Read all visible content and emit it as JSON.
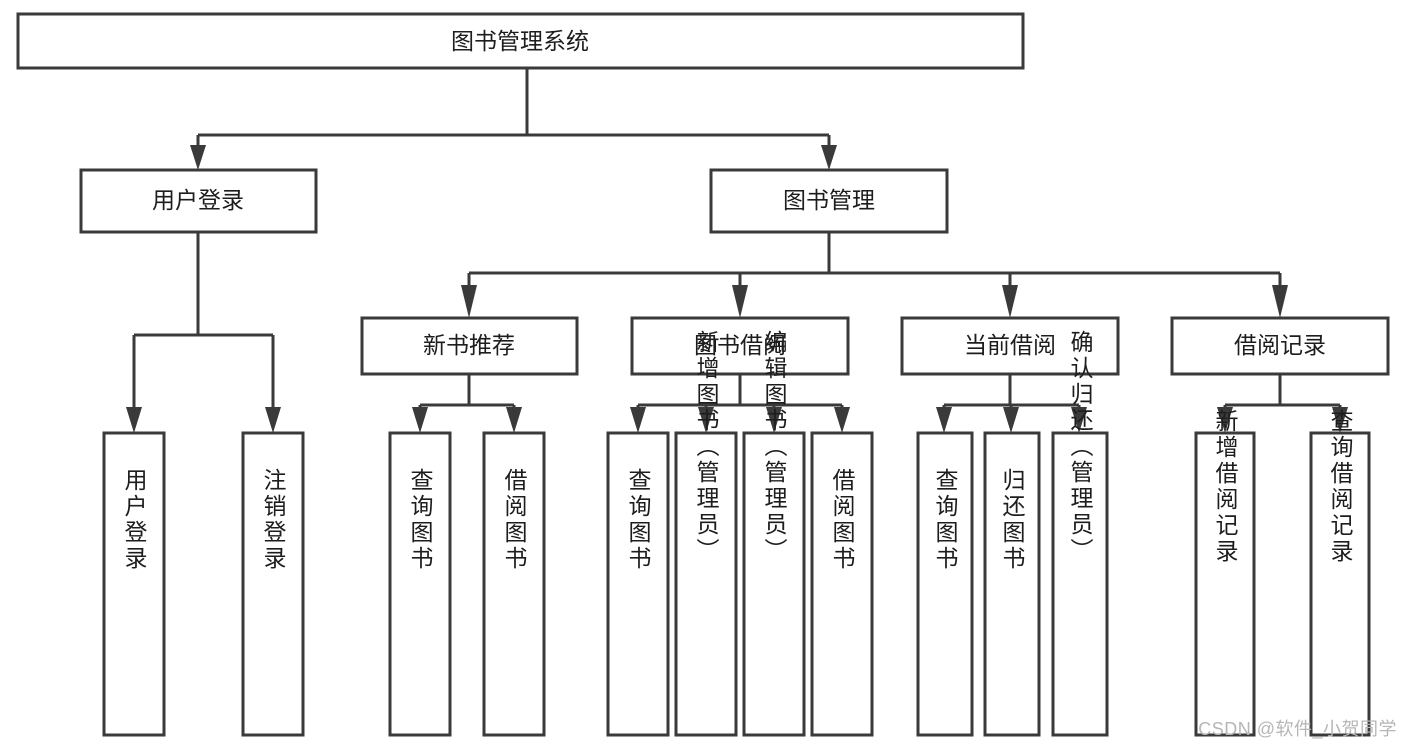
{
  "diagram": {
    "title": "图书管理系统",
    "type": "tree-hierarchy",
    "orientation": "top-down",
    "colors": {
      "stroke": "#3a3a3a",
      "box_fill": "#ffffff",
      "text": "#1d1d1d",
      "watermark": "#b6b6b6",
      "background": "#ffffff"
    },
    "root": {
      "label": "图书管理系统"
    },
    "level2": [
      {
        "label": "用户登录"
      },
      {
        "label": "图书管理"
      }
    ],
    "level3": [
      {
        "label": "新书推荐"
      },
      {
        "label": "图书借阅"
      },
      {
        "label": "当前借阅"
      },
      {
        "label": "借阅记录"
      }
    ],
    "leaves_user_login": [
      {
        "label": "用户登录"
      },
      {
        "label": "注销登录"
      }
    ],
    "leaves_new_book": [
      {
        "label": "查询图书"
      },
      {
        "label": "借阅图书"
      }
    ],
    "leaves_borrow": [
      {
        "label": "查询图书"
      },
      {
        "label": "新增图书（管理员）"
      },
      {
        "label": "编辑图书（管理员）"
      },
      {
        "label": "借阅图书"
      }
    ],
    "leaves_current": [
      {
        "label": "查询图书"
      },
      {
        "label": "归还图书"
      },
      {
        "label": "确认归还（管理员）"
      }
    ],
    "leaves_records": [
      {
        "label": "新增借阅记录"
      },
      {
        "label": "查询借阅记录"
      }
    ]
  },
  "watermark": {
    "text": "CSDN @软件_小贺同学"
  }
}
